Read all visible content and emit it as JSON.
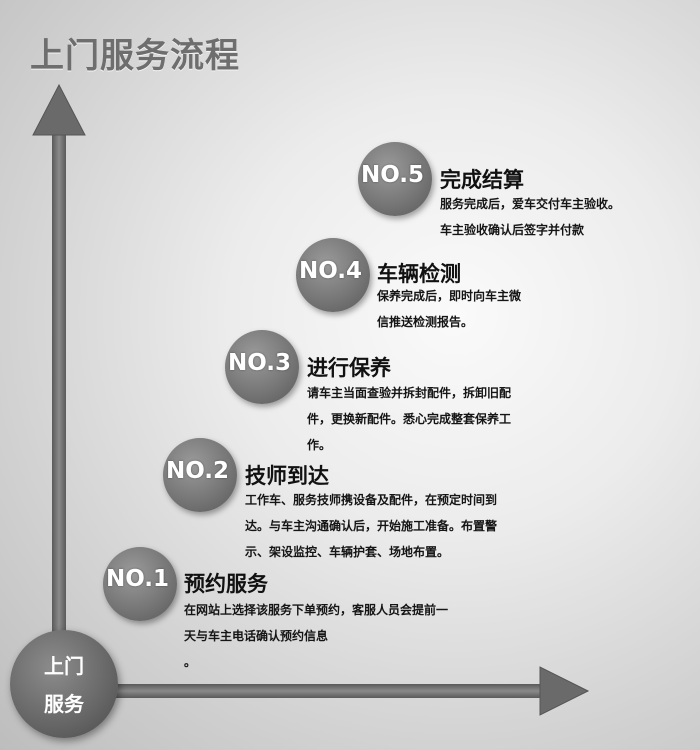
{
  "page_title": "上门服务流程",
  "origin": {
    "line1": "上门",
    "line2": "服务"
  },
  "steps": [
    {
      "badge": "NO.1",
      "title": "预约服务",
      "desc": [
        "在网站上选择该服务下单预约，客服人员会提前一",
        "天与车主电话确认预约信息",
        "。"
      ]
    },
    {
      "badge": "NO.2",
      "title": "技师到达",
      "desc": [
        "工作车、服务技师携设备及配件，在预定时间到",
        "达。与车主沟通确认后，开始施工准备。布置警",
        "示、架设监控、车辆护套、场地布置。"
      ]
    },
    {
      "badge": "NO.3",
      "title": "进行保养",
      "desc": [
        "请车主当面查验并拆封配件，拆卸旧配",
        "件，更换新配件。悉心完成整套保养工",
        "作。"
      ]
    },
    {
      "badge": "NO.4",
      "title": "车辆检测",
      "desc": [
        "保养完成后，即时向车主微",
        "信推送检测报告。"
      ]
    },
    {
      "badge": "NO.5",
      "title": "完成结算",
      "desc": [
        "服务完成后，爱车交付车主验收。",
        "车主验收确认后签字并付款"
      ]
    }
  ]
}
